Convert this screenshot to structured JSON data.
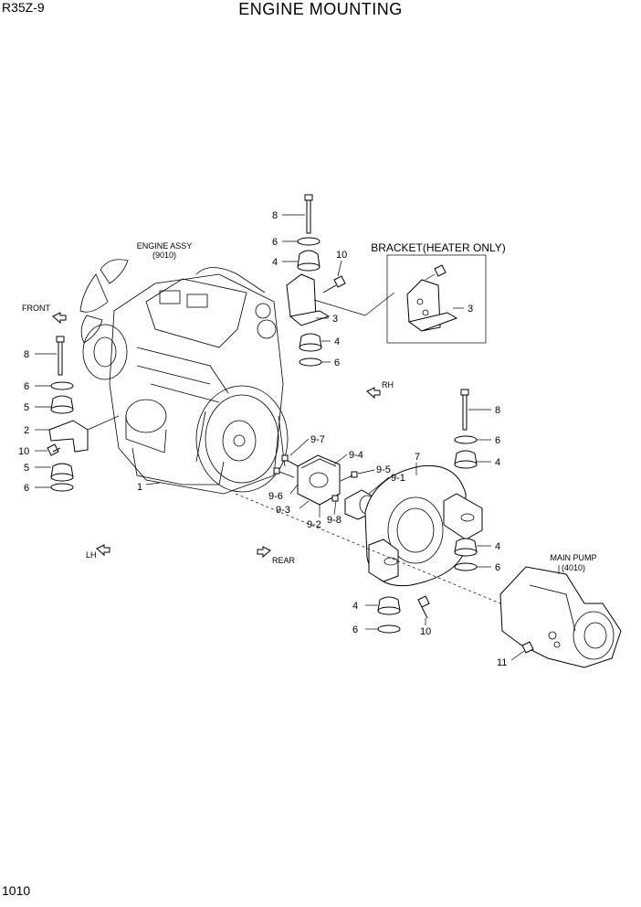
{
  "header": {
    "model": "R35Z-9",
    "title": "ENGINE MOUNTING"
  },
  "footer": {
    "page_number": "1010"
  },
  "assemblies": {
    "engine_assy": "ENGINE ASSY",
    "engine_assy_ref": "(9010)",
    "bracket_heater": "BRACKET(HEATER ONLY)",
    "main_pump": "MAIN PUMP",
    "main_pump_ref": "(4010)"
  },
  "directions": {
    "front": "FRONT",
    "rh": "RH",
    "lh": "LH",
    "rear": "REAR"
  },
  "callouts": {
    "c8_top": "8",
    "c6_top": "6",
    "c4_top": "4",
    "c10_top": "10",
    "c3_top": "3",
    "c4_mid": "4",
    "c6_mid": "6",
    "c3_bracket": "3",
    "c8_left": "8",
    "c6_left": "6",
    "c5_left": "5",
    "c2_left": "2",
    "c10_left": "10",
    "c5_left2": "5",
    "c6_left2": "6",
    "c1": "1",
    "c9_7": "9-7",
    "c9_4": "9-4",
    "c9_5": "9-5",
    "c9_1": "9-1",
    "c9_6": "9-6",
    "c9_3": "9-3",
    "c9_2": "9-2",
    "c9_8": "9-8",
    "c7": "7",
    "c8_right": "8",
    "c6_right": "6",
    "c4_right": "4",
    "c4_r2": "4",
    "c6_r2": "6",
    "c4_bot": "4",
    "c6_bot": "6",
    "c10_bot": "10",
    "c11": "11"
  }
}
